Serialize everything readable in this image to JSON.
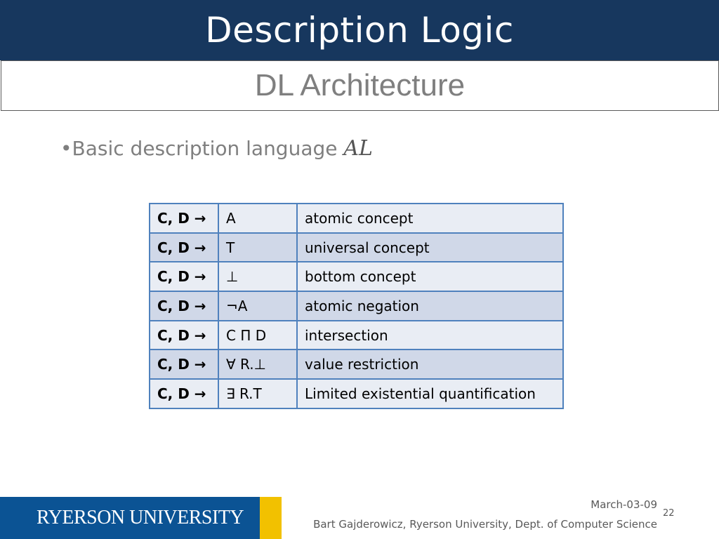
{
  "header": {
    "title": "Description Logic",
    "subtitle": "DL Architecture"
  },
  "body": {
    "bullet_text": "•Basic description language ",
    "bullet_script": "AL"
  },
  "table": {
    "rows": [
      {
        "lhs": "C, D →",
        "expr": "A",
        "desc": "atomic concept"
      },
      {
        "lhs": "C, D →",
        "expr": "T",
        "desc": "universal concept"
      },
      {
        "lhs": "C, D →",
        "expr": "⊥",
        "desc": "bottom concept"
      },
      {
        "lhs": "C, D →",
        "expr": "¬A",
        "desc": "atomic negation"
      },
      {
        "lhs": "C, D →",
        "expr": "C Π D",
        "desc": "intersection"
      },
      {
        "lhs": "C, D →",
        "expr": "∀ R.⊥",
        "desc": "value restriction"
      },
      {
        "lhs": "C, D →",
        "expr": "∃ R.T",
        "desc": "Limited existential quantification"
      }
    ]
  },
  "footer": {
    "logo": "RYERSON UNIVERSITY",
    "date": "March-03-09",
    "author": "Bart Gajderowicz, Ryerson University, Dept. of Computer Science",
    "page_number": "22"
  },
  "colors": {
    "title_bar": "#17375e",
    "table_border": "#4f81bd",
    "row_light": "#e9edf4",
    "row_dark": "#d0d8e8",
    "logo_blue": "#0b5394",
    "logo_gold": "#f2c100"
  }
}
